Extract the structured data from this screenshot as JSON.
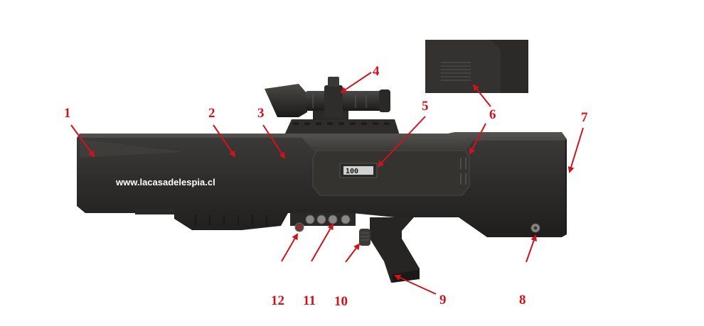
{
  "watermark": "www.lacasadelespia.cl",
  "display_reading": "100",
  "label_color": "#d0131b",
  "callouts": [
    {
      "id": "1",
      "label": "1"
    },
    {
      "id": "2",
      "label": "2"
    },
    {
      "id": "3",
      "label": "3"
    },
    {
      "id": "4",
      "label": "4"
    },
    {
      "id": "5",
      "label": "5"
    },
    {
      "id": "6",
      "label": "6"
    },
    {
      "id": "7",
      "label": "7"
    },
    {
      "id": "8",
      "label": "8"
    },
    {
      "id": "9",
      "label": "9"
    },
    {
      "id": "10",
      "label": "10"
    },
    {
      "id": "11",
      "label": "11"
    },
    {
      "id": "12",
      "label": "12"
    }
  ]
}
